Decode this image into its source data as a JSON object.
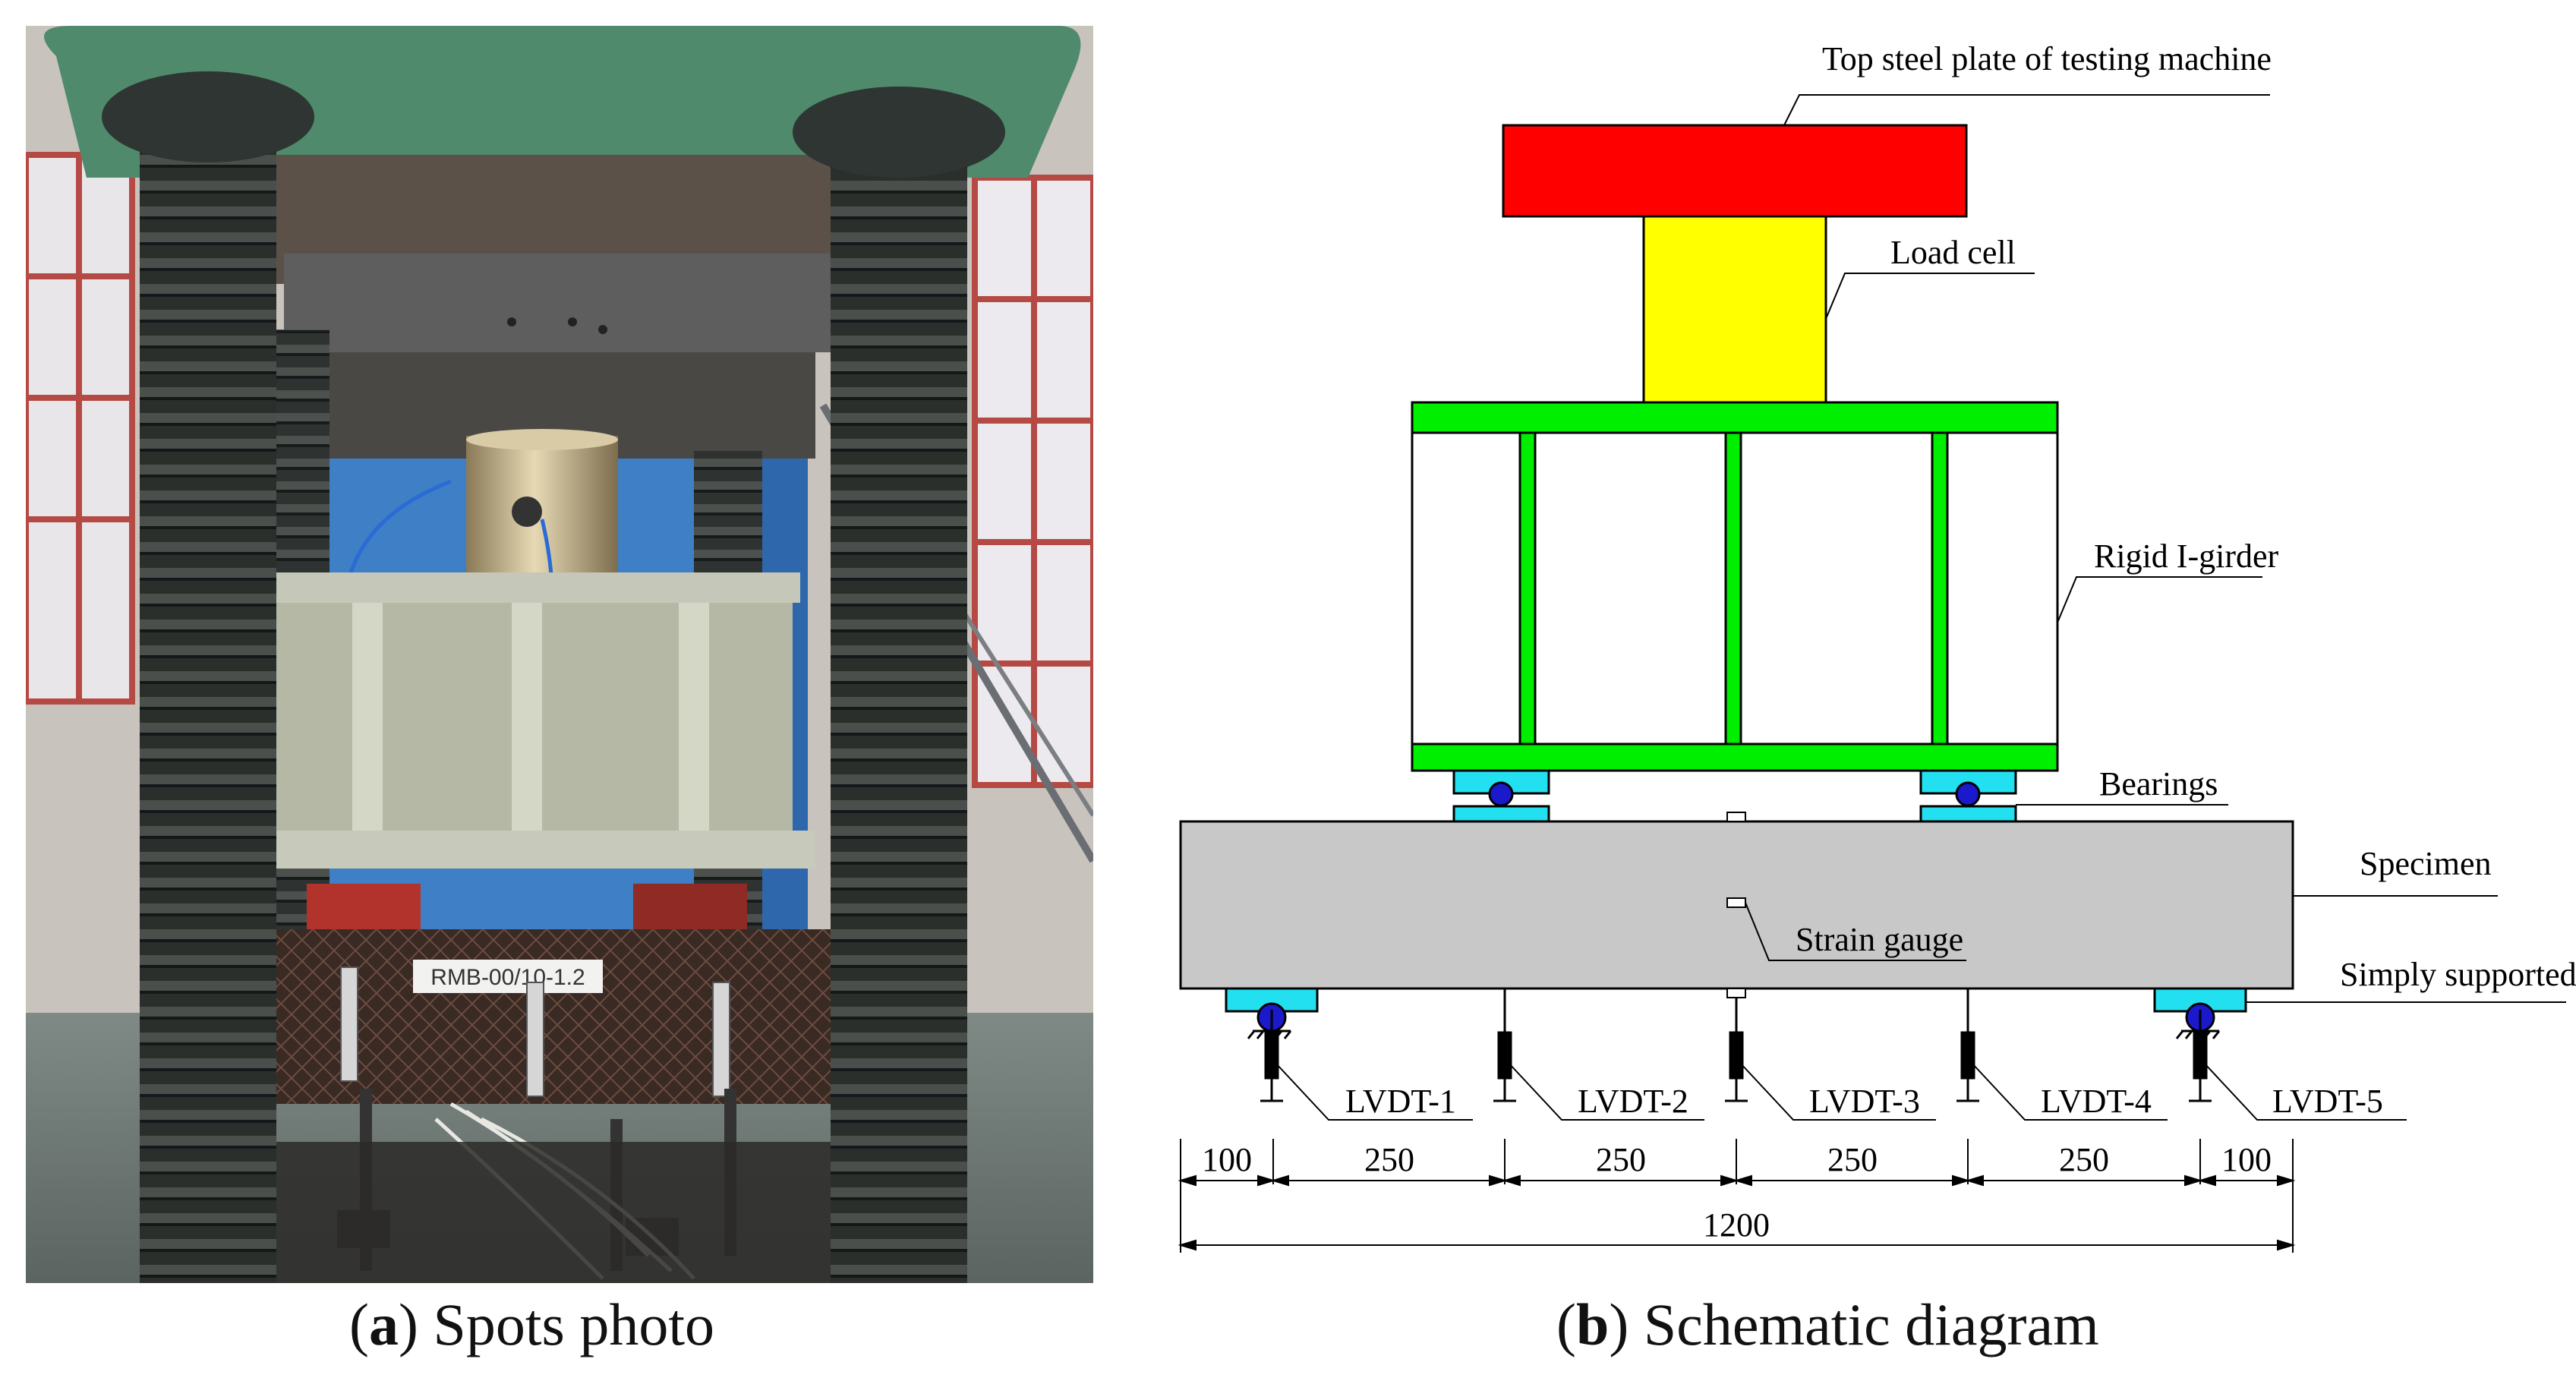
{
  "panel_a": {
    "letter": "a",
    "caption": "Spots photo",
    "plate_text": "RMB-00/10-1.2"
  },
  "panel_b": {
    "letter": "b",
    "caption": "Schematic diagram",
    "labels": {
      "top_plate": "Top steel  plate of  testing machine",
      "load_cell": "Load cell",
      "girder": "Rigid I-girder",
      "bearings": "Bearings",
      "specimen": "Specimen",
      "strain_gauge": "Strain gauge",
      "support": "Simply supported"
    },
    "lvdts": [
      "LVDT-1",
      "LVDT-2",
      "LVDT-3",
      "LVDT-4",
      "LVDT-5"
    ],
    "dimensions": {
      "segments": [
        "100",
        "250",
        "250",
        "250",
        "250",
        "100"
      ],
      "total": "1200"
    },
    "colors": {
      "top_plate": "#ff0000",
      "load_cell": "#ffff00",
      "girder": "#00ee00",
      "specimen": "#c8c8c8",
      "bearing_pad": "#22e0f0",
      "roller": "#1a1acc"
    }
  }
}
